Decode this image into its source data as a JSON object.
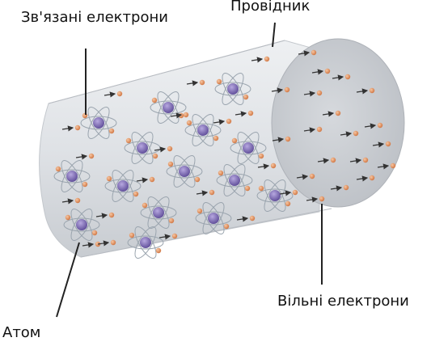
{
  "labels": {
    "bound_electrons": "Зв'язані електрони",
    "conductor": "Провідник",
    "free_electrons": "Вільні електрони",
    "atom": "Атом"
  },
  "colors": {
    "cylinder_body": "#e2e5e9",
    "cylinder_end": "#c9cdd2",
    "nucleus": "#7e6bb3",
    "electron": "#e8a172",
    "orbit": "#9aa4ae",
    "arrow": "#333333",
    "pointer_line": "#222222"
  },
  "icons": {
    "atom": "atom-icon",
    "electron": "electron-icon",
    "arrow": "drift-arrow-icon"
  }
}
